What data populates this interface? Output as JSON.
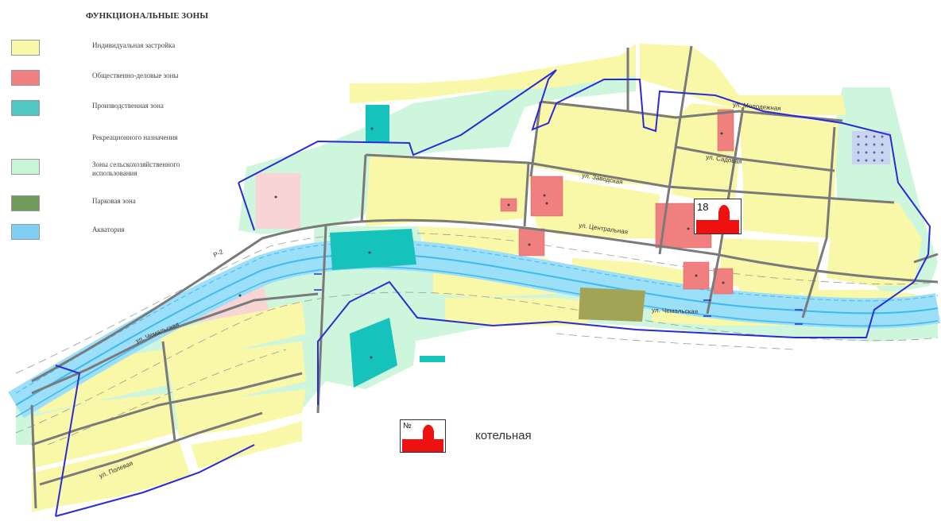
{
  "legend": {
    "title": "ФУНКЦИОНАЛЬНЫЕ ЗОНЫ",
    "subheading": "Рекреационного назначения",
    "items": [
      {
        "label": "Индивидуальная застройка",
        "color": "#f9f7a8"
      },
      {
        "label": "Общественно-деловые зоны",
        "color": "#f08080"
      },
      {
        "label": "Производственная зона",
        "color": "#4fc8c4"
      },
      {
        "label": "Зоны сельскохозяйственного использования",
        "color": "#c6f6d6"
      },
      {
        "label": "Парковая зона",
        "color": "#6f9a5a"
      },
      {
        "label": "Акватория",
        "color": "#7fcff5"
      }
    ]
  },
  "streets": {
    "molodezhnaya": "ул. Молодежная",
    "sadovaya": "ул. Садовая",
    "zavodskaya": "ул. Заводская",
    "tsentralnaya": "ул. Центральная",
    "chemalskaya_east": "ул. Чемальская",
    "chemalskaya_west": "ул. Чемальская",
    "polevaya": "ул. Полевая",
    "road_code": "Р-2"
  },
  "boiler": {
    "number": "18",
    "key_symbol": "№",
    "key_label": "котельная",
    "color": "#ee1111"
  },
  "colors": {
    "boundary": "#2b2bd6",
    "road": "#7a7a7a",
    "river": "#3fb8f0",
    "residential": "#f9f7a8",
    "public": "#f08080",
    "industrial": "#15c2bc",
    "agricultural": "#c6f6d6",
    "park": "#a3a355",
    "rural_pink": "#f8d4d4"
  }
}
